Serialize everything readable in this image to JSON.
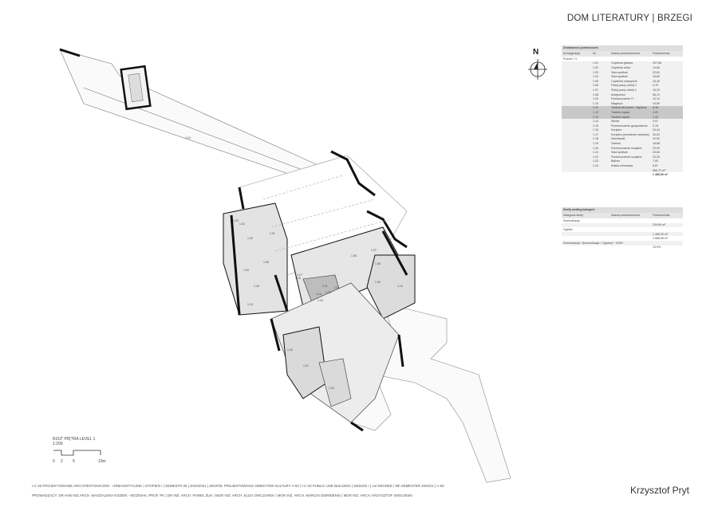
{
  "title": "DOM LITERATURY | BRZEGI",
  "north_label": "N",
  "rooms_table": {
    "title": "Zestawienie pomieszczeń",
    "columns": [
      "Kondygnacja",
      "Nr",
      "Nazwa pomieszczenia",
      "Powierzchnia"
    ],
    "level": "Poziom +1",
    "rows": [
      {
        "nr": "1.01",
        "name": "Czytelnia główna",
        "area": "207,89",
        "shade": "light"
      },
      {
        "nr": "1.02",
        "name": "Czytelnia cicha",
        "area": "14,84",
        "shade": "light"
      },
      {
        "nr": "1.03",
        "name": "Sala spotkań",
        "area": "22,61",
        "shade": "light"
      },
      {
        "nr": "1.04",
        "name": "Sala spotkań",
        "area": "16,80",
        "shade": "light"
      },
      {
        "nr": "1.05",
        "name": "Czytelnia czasopism",
        "area": "16,40",
        "shade": "light"
      },
      {
        "nr": "1.06",
        "name": "Pokój pracy cichej 2",
        "area": "3,75",
        "shade": "light"
      },
      {
        "nr": "1.07",
        "name": "Pokój pracy cichej 1",
        "area": "15,20",
        "shade": "light"
      },
      {
        "nr": "1.08",
        "name": "Audytorium",
        "area": "56,13",
        "shade": "light"
      },
      {
        "nr": "1.09",
        "name": "Pomieszczenie IT",
        "area": "10,10",
        "shade": "light"
      },
      {
        "nr": "1.10",
        "name": "Magazyn",
        "area": "10,80",
        "shade": "light"
      },
      {
        "nr": "1.11",
        "name": "Toaleta dla kobiet - wspólna",
        "area": "6,18",
        "shade": "dark"
      },
      {
        "nr": "1.12",
        "name": "Toaleta męska",
        "area": "4,20",
        "shade": "dark"
      },
      {
        "nr": "1.13",
        "name": "Toaleta męska",
        "area": "1,43",
        "shade": "dark"
      },
      {
        "nr": "1.14",
        "name": "Winda",
        "area": "3,97",
        "shade": "light"
      },
      {
        "nr": "1.15",
        "name": "Pomieszczenie gospodarcze",
        "area": "2,78",
        "shade": "light"
      },
      {
        "nr": "1.16",
        "name": "Korytarz",
        "area": "24,44",
        "shade": "light"
      },
      {
        "nr": "1.17",
        "name": "Korytarz (przestrzeń wspólna)",
        "area": "30,02",
        "shade": "light"
      },
      {
        "nr": "1.18",
        "name": "Sekretariat",
        "area": "10,50",
        "shade": "light"
      },
      {
        "nr": "1.19",
        "name": "Galeria",
        "area": "16,88",
        "shade": "light"
      },
      {
        "nr": "1.20",
        "name": "Pomieszczenie socjalne",
        "area": "23,90",
        "shade": "light"
      },
      {
        "nr": "1.21",
        "name": "Sala spotkań",
        "area": "23,60",
        "shade": "light"
      },
      {
        "nr": "1.22",
        "name": "Pomieszczenie socjalne",
        "area": "23,29",
        "shade": "light"
      },
      {
        "nr": "1.23",
        "name": "Balkon",
        "area": "7,90",
        "shade": "light"
      },
      {
        "nr": "1.24",
        "name": "Klatka schodowa",
        "area": "8,57",
        "shade": "light"
      }
    ],
    "subtotal": "559,72 m²",
    "total": "1 486,56 m²"
  },
  "zones_table": {
    "title": "Strefy według kategorii",
    "columns": [
      "Kategoria strefy",
      "Nazwa pomieszczenia",
      "Powierzchnia"
    ],
    "rows": [
      {
        "a": "Komunikacja",
        "b": "",
        "c": ""
      },
      {
        "a": "",
        "b": "",
        "c": "234,84 m²"
      },
      {
        "a": "Ogólne",
        "b": "",
        "c": ""
      },
      {
        "a": "",
        "b": "",
        "c": "1 455,20 m²"
      },
      {
        "a": "",
        "b": "",
        "c": "1 686,56 m²"
      },
      {
        "a": "Komunikacja / (Komunikacja + Ogólne) * 100%",
        "b": "",
        "c": ""
      },
      {
        "a": "",
        "b": "",
        "c": "13,9%"
      }
    ]
  },
  "scale": {
    "label": "RZUT PIĘTRA   LEVEL 1",
    "ratio": "1:200",
    "ticks": [
      "0",
      "2",
      "5",
      "10m"
    ]
  },
  "plan_labels": [
    "1.01",
    "1.02",
    "1.03",
    "1.04",
    "1.05",
    "1.06",
    "1.07",
    "1.08",
    "1.09",
    "1.10",
    "1.11",
    "1.12",
    "1.13",
    "1.14",
    "1.15",
    "1.16",
    "1.17",
    "1.18",
    "1.19",
    "1.20",
    "1.21",
    "1.22",
    "1.23",
    "1.24"
  ],
  "footer": {
    "line1": "I-C-20 PROJEKTOWANIE ARCHITEKTONICZNO - URBANISTYCZNE | STOPIEŃ I | SEMESTR 05 | 2020/2021 | ZESPÓŁ PROJEKTOWANIA OBIEKTÓW KULTURY A-63 | I-C-20 PUBLIC USE BUILDING | DESIGN I | 1st DEGREE | 5th SEMESTER 2020/21 | A-63",
    "line2": "PROWADZĄCY: DR HAB INŻ.ARCH. MAGDALENA KOZIEŃ - WOŹNIAK, PROF. PK | DR INŻ. ARCH. PAWEŁ ŻUK | MGR INŻ. ARCH. ELIZA OWCZAREK | MGR INŻ. ARCH. MARCIN GIERBIENIS | MGR INŻ. ARCH. KRZYSZTOF SMOLIŃSKI"
  },
  "author": "Krzysztof Pryt"
}
